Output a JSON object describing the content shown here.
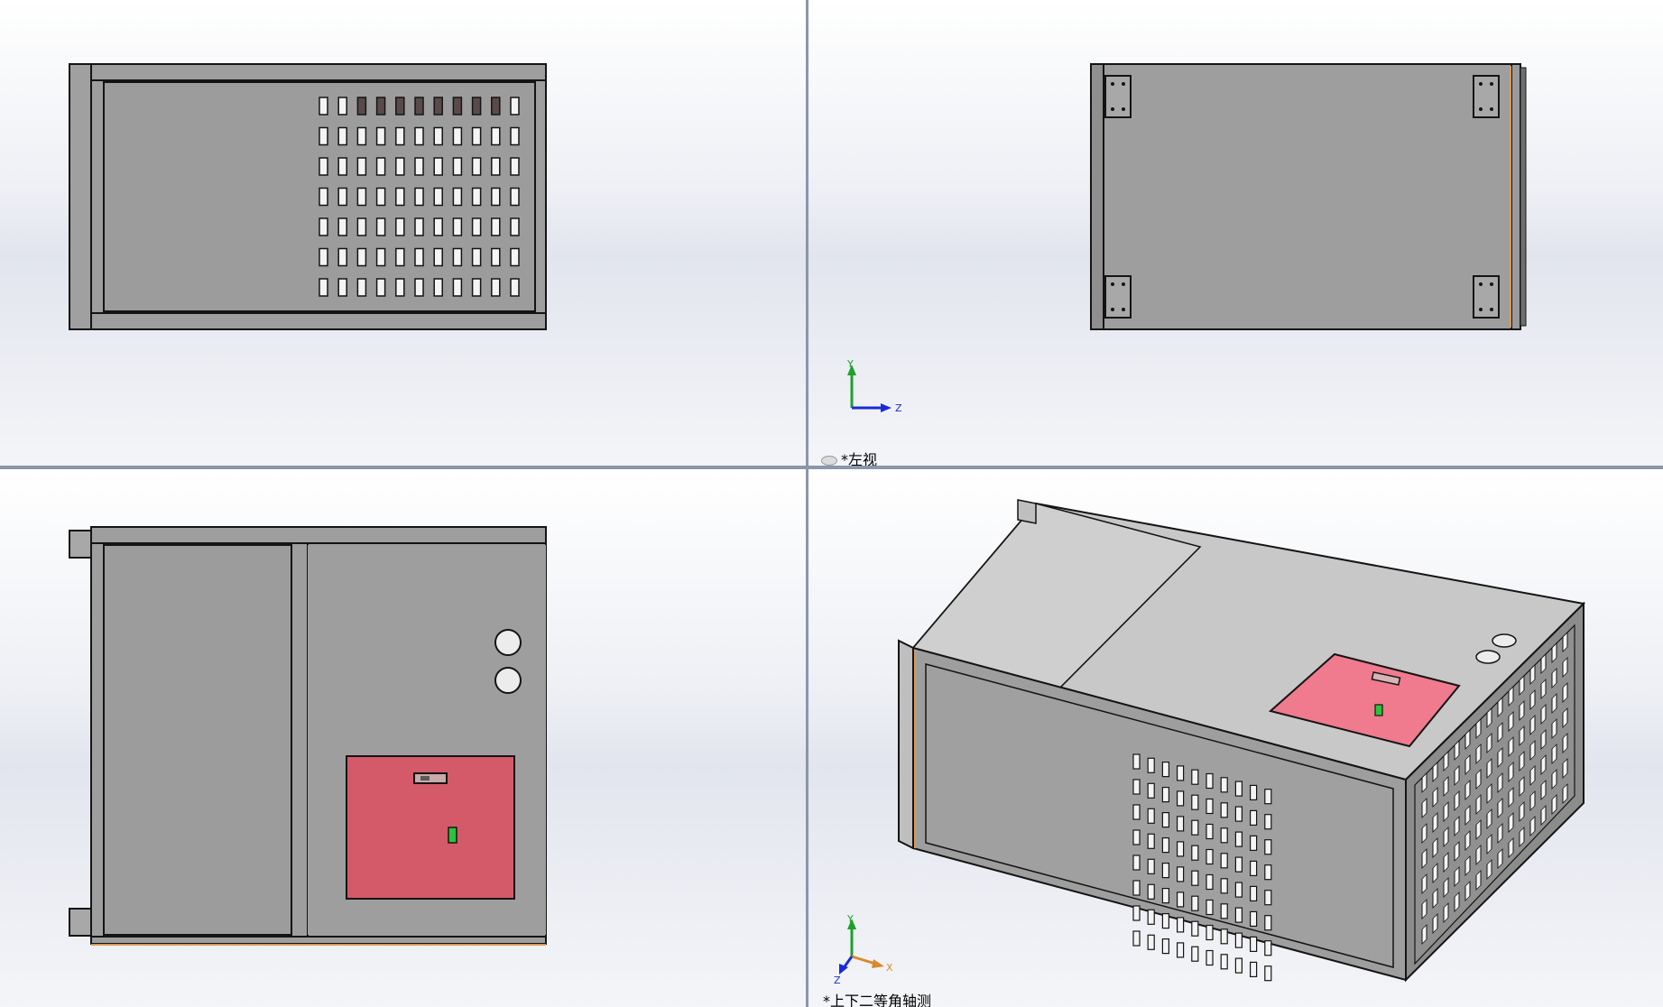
{
  "views": {
    "left": {
      "label": "*左视",
      "axes": {
        "vertical": "Y",
        "horizontal": "Z"
      }
    },
    "iso": {
      "label": "*上下二等角轴测",
      "axes": {
        "vertical": "Y",
        "horizontal": "X",
        "depth": "Z"
      }
    }
  },
  "colors": {
    "panel_gray": "#9e9e9e",
    "panel_dark": "#7f7f7f",
    "panel_light": "#c8c8c8",
    "outline": "#141414",
    "pink_cover": "#d45a6a",
    "pink_cover_iso": "#f07a8e",
    "axis_green": "#1fa02a",
    "axis_blue": "#1a2bd6",
    "axis_orange": "#d98a2b",
    "edge_orange": "#d99a57"
  }
}
